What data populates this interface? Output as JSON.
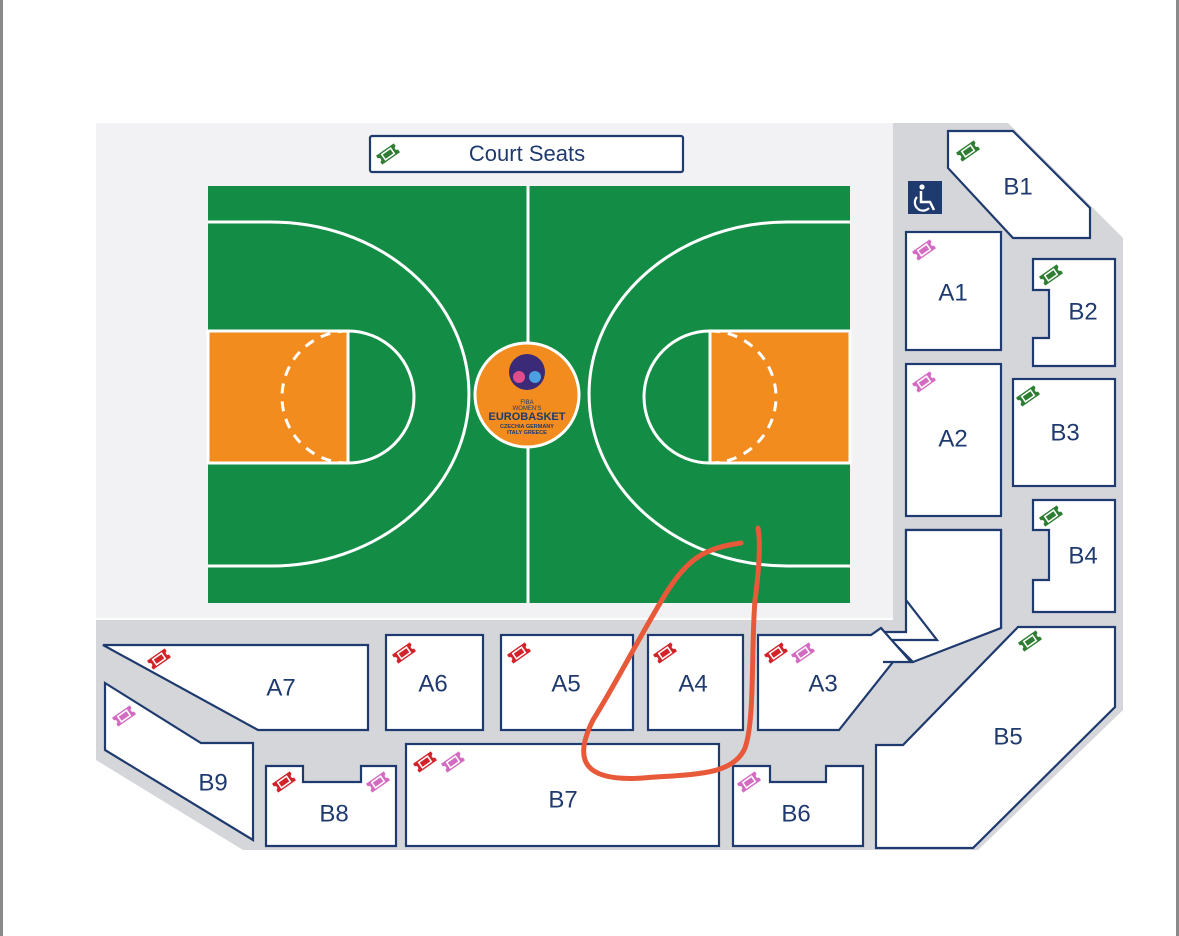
{
  "court_seats": {
    "label": "Court Seats"
  },
  "center_logo": {
    "line1": "FIBA",
    "line2": "WOMEN'S",
    "line3": "EUROBASKET",
    "line4": "CZECHIA GERMANY",
    "line5": "ITALY GREECE"
  },
  "sections": [
    {
      "id": "B1",
      "label": "B1",
      "tickets": [
        "green"
      ]
    },
    {
      "id": "A1",
      "label": "A1",
      "tickets": [
        "pink"
      ]
    },
    {
      "id": "B2",
      "label": "B2",
      "tickets": [
        "green"
      ]
    },
    {
      "id": "A2",
      "label": "A2",
      "tickets": [
        "pink"
      ]
    },
    {
      "id": "B3",
      "label": "B3",
      "tickets": [
        "green"
      ]
    },
    {
      "id": "B4",
      "label": "B4",
      "tickets": [
        "green"
      ]
    },
    {
      "id": "B5",
      "label": "B5",
      "tickets": [
        "green"
      ]
    },
    {
      "id": "A3",
      "label": "A3",
      "tickets": [
        "red",
        "pink"
      ]
    },
    {
      "id": "A4",
      "label": "A4",
      "tickets": [
        "red"
      ]
    },
    {
      "id": "A5",
      "label": "A5",
      "tickets": [
        "red"
      ]
    },
    {
      "id": "A6",
      "label": "A6",
      "tickets": [
        "red"
      ]
    },
    {
      "id": "A7",
      "label": "A7",
      "tickets": [
        "red"
      ]
    },
    {
      "id": "B6",
      "label": "B6",
      "tickets": [
        "pink"
      ]
    },
    {
      "id": "B7",
      "label": "B7",
      "tickets": [
        "red",
        "pink"
      ]
    },
    {
      "id": "B8",
      "label": "B8",
      "tickets": [
        "red",
        "pink"
      ]
    },
    {
      "id": "B9",
      "label": "B9",
      "tickets": [
        "pink"
      ]
    }
  ],
  "colors": {
    "court_green": "#138c45",
    "paint_orange": "#f28c1f",
    "section_border": "#1f3a6e",
    "concourse": "#d5d6da",
    "ticket_green": "#2e7d32",
    "ticket_red": "#d3232a",
    "ticket_pink": "#d46bc2",
    "annotation": "#e8593a"
  },
  "icons": {
    "accessibility": "wheelchair-icon",
    "ticket": "ticket-icon"
  }
}
